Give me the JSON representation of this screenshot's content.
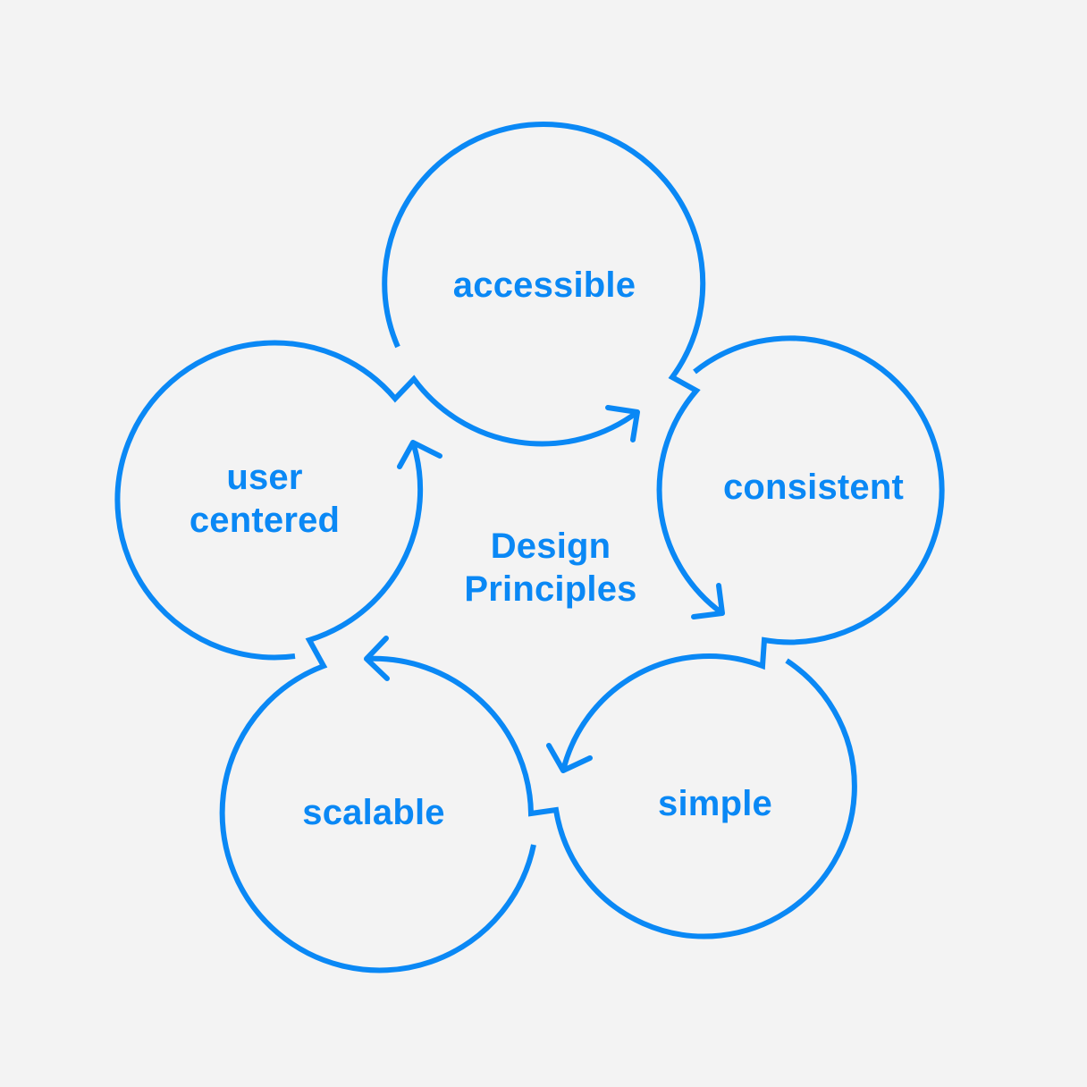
{
  "title": {
    "line1": "Design",
    "line2": "Principles"
  },
  "colors": {
    "background": "#f3f3f3",
    "accent": "#0a88f5"
  },
  "nodes": [
    {
      "id": "accessible",
      "line1": "accessible",
      "line2": ""
    },
    {
      "id": "consistent",
      "line1": "consistent",
      "line2": ""
    },
    {
      "id": "simple",
      "line1": "simple",
      "line2": ""
    },
    {
      "id": "scalable",
      "line1": "scalable",
      "line2": ""
    },
    {
      "id": "user-centered",
      "line1": "user",
      "line2": "centered"
    }
  ],
  "flow": [
    "accessible",
    "consistent",
    "simple",
    "scalable",
    "user centered",
    "accessible"
  ]
}
